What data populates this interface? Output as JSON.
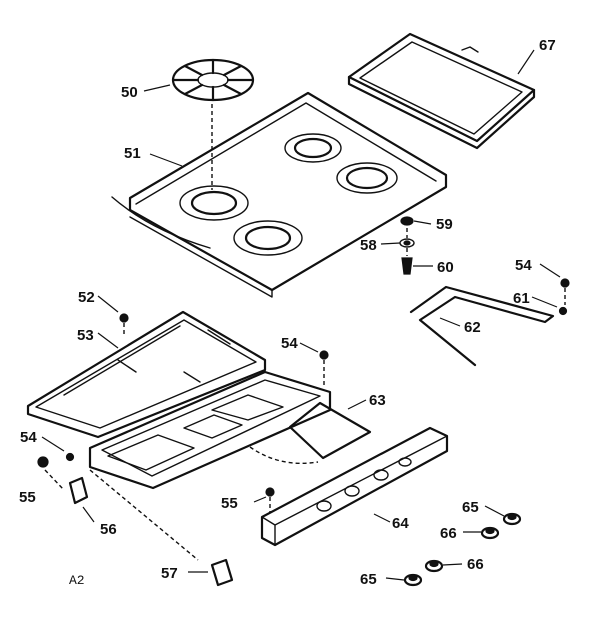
{
  "diagram": {
    "callouts": [
      "50",
      "51",
      "67",
      "59",
      "58",
      "60",
      "54",
      "61",
      "62",
      "52",
      "53",
      "54",
      "63",
      "54",
      "55",
      "56",
      "55",
      "64",
      "65",
      "66",
      "66",
      "65",
      "57"
    ],
    "code": "A2"
  }
}
